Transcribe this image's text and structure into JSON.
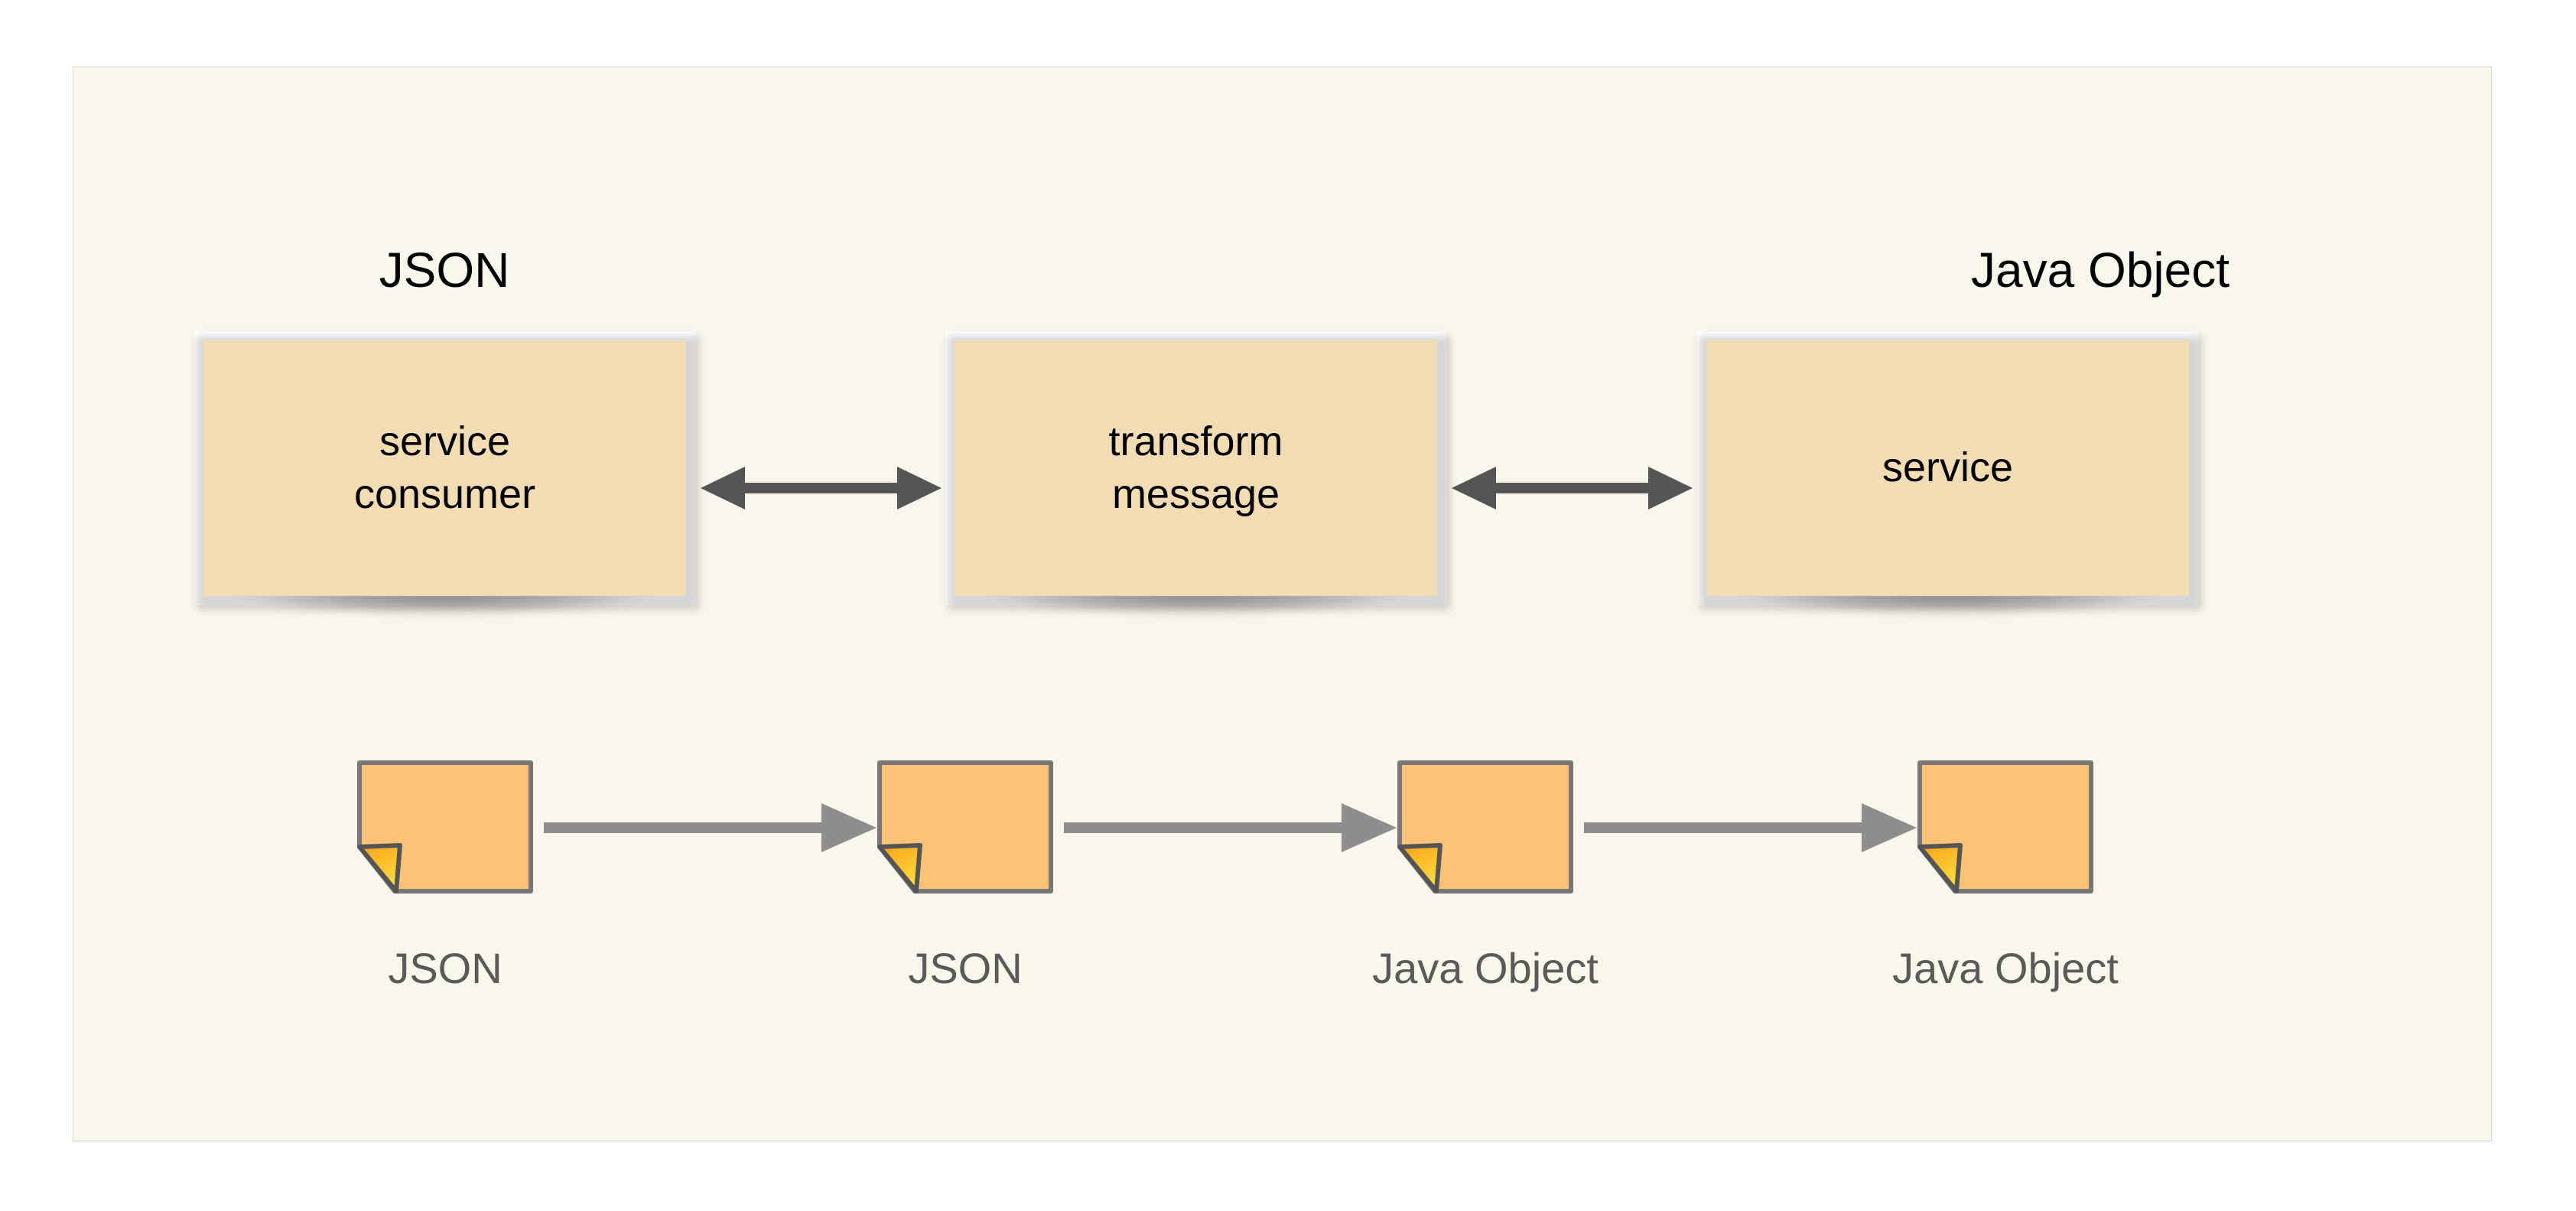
{
  "diagram": {
    "background_color": "#f9f7ec",
    "border_color": "#d6d6d6",
    "box_fill_color": "#f2dcb3",
    "note_fill_color": "#fcc377",
    "note_fold_color": "#f9a825",
    "top_arrow_color": "#555555",
    "bottom_arrow_color": "#8e8e8e",
    "caption_color": "#5a5a5a"
  },
  "headings": [
    {
      "label": "JSON"
    },
    {
      "label": "Java Object"
    }
  ],
  "process_boxes": [
    {
      "lines": "service\nconsumer",
      "label": "service consumer"
    },
    {
      "lines": "transform\nmessage",
      "label": "transform message"
    },
    {
      "lines": "service",
      "label": "service"
    }
  ],
  "top_arrows": [
    {
      "kind": "double-headed",
      "from": "service consumer",
      "to": "transform message"
    },
    {
      "kind": "double-headed",
      "from": "transform message",
      "to": "service"
    }
  ],
  "notes": [
    {
      "caption": "JSON"
    },
    {
      "caption": "JSON"
    },
    {
      "caption": "Java Object"
    },
    {
      "caption": "Java Object"
    }
  ],
  "bottom_arrows": [
    {
      "kind": "single-headed",
      "from": "JSON",
      "to": "JSON"
    },
    {
      "kind": "single-headed",
      "from": "JSON",
      "to": "Java Object"
    },
    {
      "kind": "single-headed",
      "from": "Java Object",
      "to": "Java Object"
    }
  ]
}
